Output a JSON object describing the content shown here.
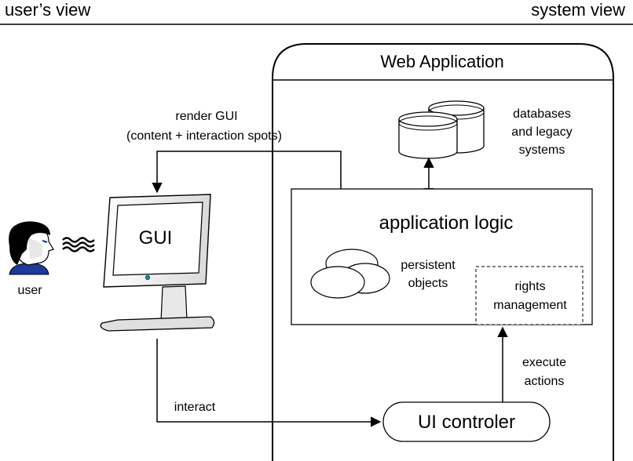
{
  "header": {
    "left": "user’s view",
    "right": "system view"
  },
  "web_app": {
    "title": "Web Application"
  },
  "databases": {
    "line1": "databases",
    "line2": "and legacy",
    "line3": "systems"
  },
  "render": {
    "line1": "render GUI",
    "line2": "(content + interaction spots)"
  },
  "logic": {
    "title": "application logic"
  },
  "persistent": {
    "line1": "persistent",
    "line2": "objects"
  },
  "rights": {
    "line1": "rights",
    "line2": "management"
  },
  "gui": {
    "label": "GUI"
  },
  "user": {
    "label": "user"
  },
  "interact": {
    "label": "interact"
  },
  "execute": {
    "line1": "execute",
    "line2": "actions"
  },
  "ui_controller": {
    "label": "UI controler"
  },
  "colors": {
    "stroke": "#000000",
    "screen_accent": "#1a8aa0",
    "user_shirt": "#1b3a9a",
    "face_shading": "#d8d8d8"
  }
}
